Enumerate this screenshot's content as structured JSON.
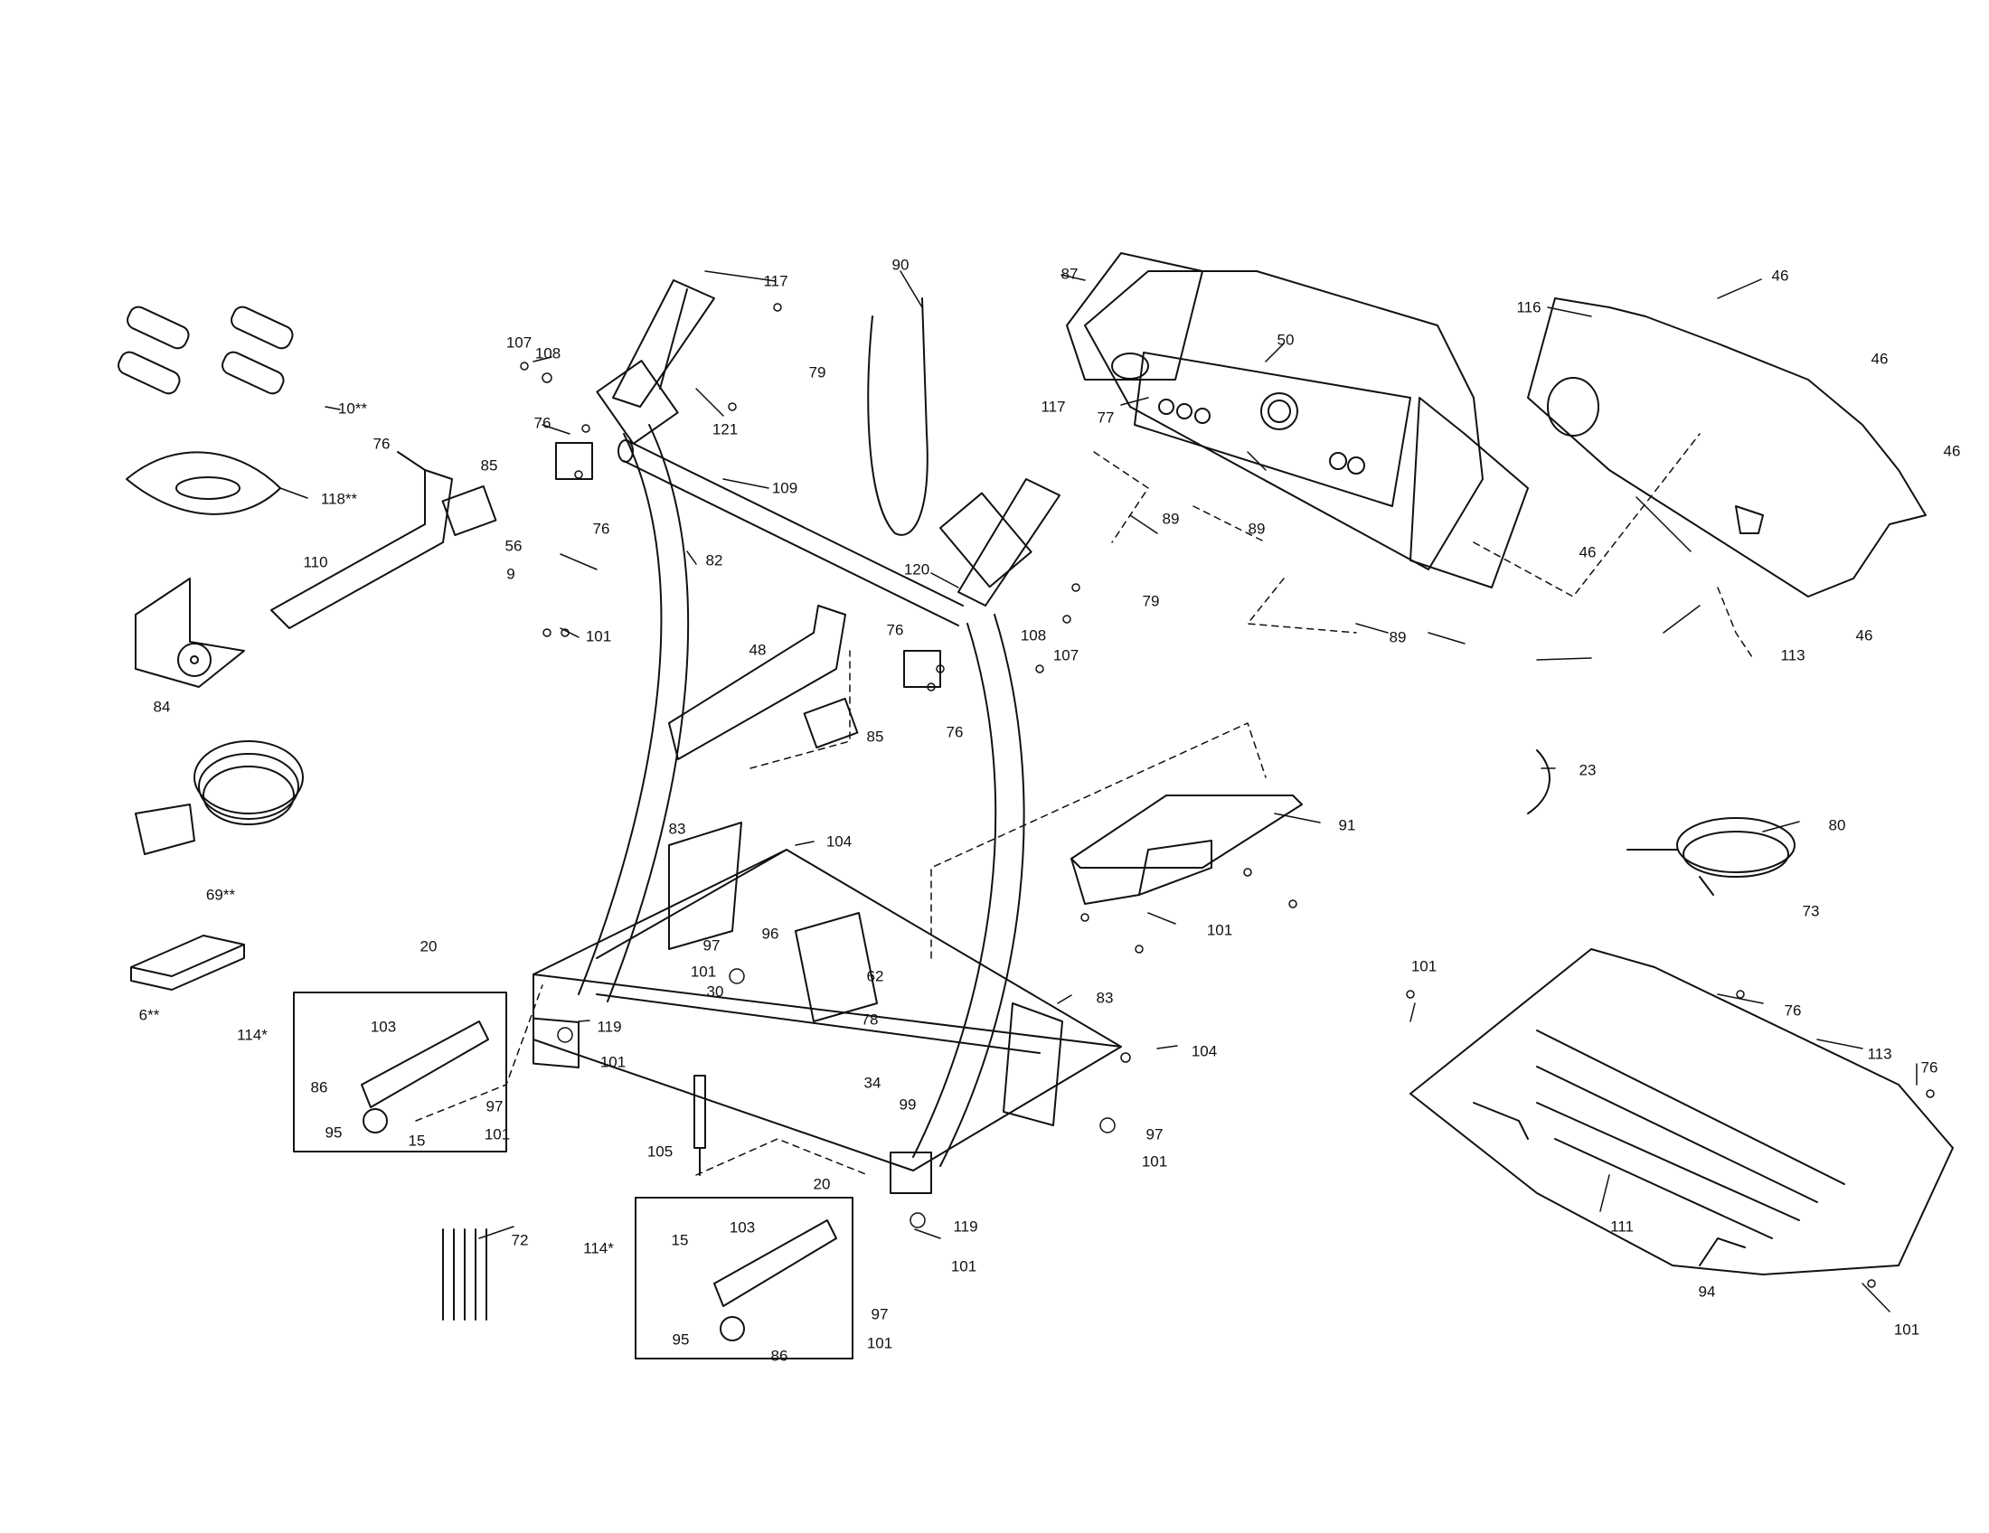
{
  "colors": {
    "ink": "#111111",
    "paper": "#ffffff"
  },
  "labels": [
    {
      "id": "l117a",
      "text": "117"
    },
    {
      "id": "l90",
      "text": "90"
    },
    {
      "id": "l87",
      "text": "87"
    },
    {
      "id": "l50",
      "text": "50"
    },
    {
      "id": "l46a",
      "text": "46"
    },
    {
      "id": "l116",
      "text": "116"
    },
    {
      "id": "l107a",
      "text": "107"
    },
    {
      "id": "l108a",
      "text": "108"
    },
    {
      "id": "l79a",
      "text": "79"
    },
    {
      "id": "l10",
      "text": "10**"
    },
    {
      "id": "l76a",
      "text": "76"
    },
    {
      "id": "l76b",
      "text": "76"
    },
    {
      "id": "l121",
      "text": "121"
    },
    {
      "id": "l117b",
      "text": "117"
    },
    {
      "id": "l77",
      "text": "77"
    },
    {
      "id": "l46b",
      "text": "46"
    },
    {
      "id": "l46c",
      "text": "46"
    },
    {
      "id": "l85a",
      "text": "85"
    },
    {
      "id": "l109",
      "text": "109"
    },
    {
      "id": "l118",
      "text": "118**"
    },
    {
      "id": "l76c",
      "text": "76"
    },
    {
      "id": "l56",
      "text": "56"
    },
    {
      "id": "l89a",
      "text": "89"
    },
    {
      "id": "l89b",
      "text": "89"
    },
    {
      "id": "l46d",
      "text": "46"
    },
    {
      "id": "l110",
      "text": "110"
    },
    {
      "id": "l82",
      "text": "82"
    },
    {
      "id": "l9",
      "text": "9"
    },
    {
      "id": "l120",
      "text": "120"
    },
    {
      "id": "l79b",
      "text": "79"
    },
    {
      "id": "l101a",
      "text": "101"
    },
    {
      "id": "l76d",
      "text": "76"
    },
    {
      "id": "l89c",
      "text": "89"
    },
    {
      "id": "l46e",
      "text": "46"
    },
    {
      "id": "l48",
      "text": "48"
    },
    {
      "id": "l108b",
      "text": "108"
    },
    {
      "id": "l107b",
      "text": "107"
    },
    {
      "id": "l113a",
      "text": "113"
    },
    {
      "id": "l84",
      "text": "84"
    },
    {
      "id": "l76e",
      "text": "76"
    },
    {
      "id": "l85b",
      "text": "85"
    },
    {
      "id": "l23",
      "text": "23"
    },
    {
      "id": "l83a",
      "text": "83"
    },
    {
      "id": "l91",
      "text": "91"
    },
    {
      "id": "l80",
      "text": "80"
    },
    {
      "id": "l104a",
      "text": "104"
    },
    {
      "id": "l69",
      "text": "69**"
    },
    {
      "id": "l73",
      "text": "73"
    },
    {
      "id": "l101b",
      "text": "101"
    },
    {
      "id": "l96",
      "text": "96"
    },
    {
      "id": "l97a",
      "text": "97"
    },
    {
      "id": "l101c",
      "text": "101"
    },
    {
      "id": "l20a",
      "text": "20"
    },
    {
      "id": "l101d",
      "text": "101"
    },
    {
      "id": "l30",
      "text": "30"
    },
    {
      "id": "l62",
      "text": "62"
    },
    {
      "id": "l6",
      "text": "6**"
    },
    {
      "id": "l83b",
      "text": "83"
    },
    {
      "id": "l76f",
      "text": "76"
    },
    {
      "id": "l114a",
      "text": "114*"
    },
    {
      "id": "l103a",
      "text": "103"
    },
    {
      "id": "l119a",
      "text": "119"
    },
    {
      "id": "l78",
      "text": "78"
    },
    {
      "id": "l101e",
      "text": "101"
    },
    {
      "id": "l104b",
      "text": "104"
    },
    {
      "id": "l113b",
      "text": "113"
    },
    {
      "id": "l76g",
      "text": "76"
    },
    {
      "id": "l86a",
      "text": "86"
    },
    {
      "id": "l34",
      "text": "34"
    },
    {
      "id": "l99",
      "text": "99"
    },
    {
      "id": "l97b",
      "text": "97"
    },
    {
      "id": "l95a",
      "text": "95"
    },
    {
      "id": "l15a",
      "text": "15"
    },
    {
      "id": "l101f",
      "text": "101"
    },
    {
      "id": "l97c",
      "text": "97"
    },
    {
      "id": "l105",
      "text": "105"
    },
    {
      "id": "l101g",
      "text": "101"
    },
    {
      "id": "l20b",
      "text": "20"
    },
    {
      "id": "l111",
      "text": "111"
    },
    {
      "id": "l119b",
      "text": "119"
    },
    {
      "id": "l72",
      "text": "72"
    },
    {
      "id": "l114b",
      "text": "114*"
    },
    {
      "id": "l15b",
      "text": "15"
    },
    {
      "id": "l103b",
      "text": "103"
    },
    {
      "id": "l101h",
      "text": "101"
    },
    {
      "id": "l94",
      "text": "94"
    },
    {
      "id": "l97d",
      "text": "97"
    },
    {
      "id": "l101i",
      "text": "101"
    },
    {
      "id": "l95b",
      "text": "95"
    },
    {
      "id": "l101j",
      "text": "101"
    },
    {
      "id": "l86b",
      "text": "86"
    }
  ]
}
